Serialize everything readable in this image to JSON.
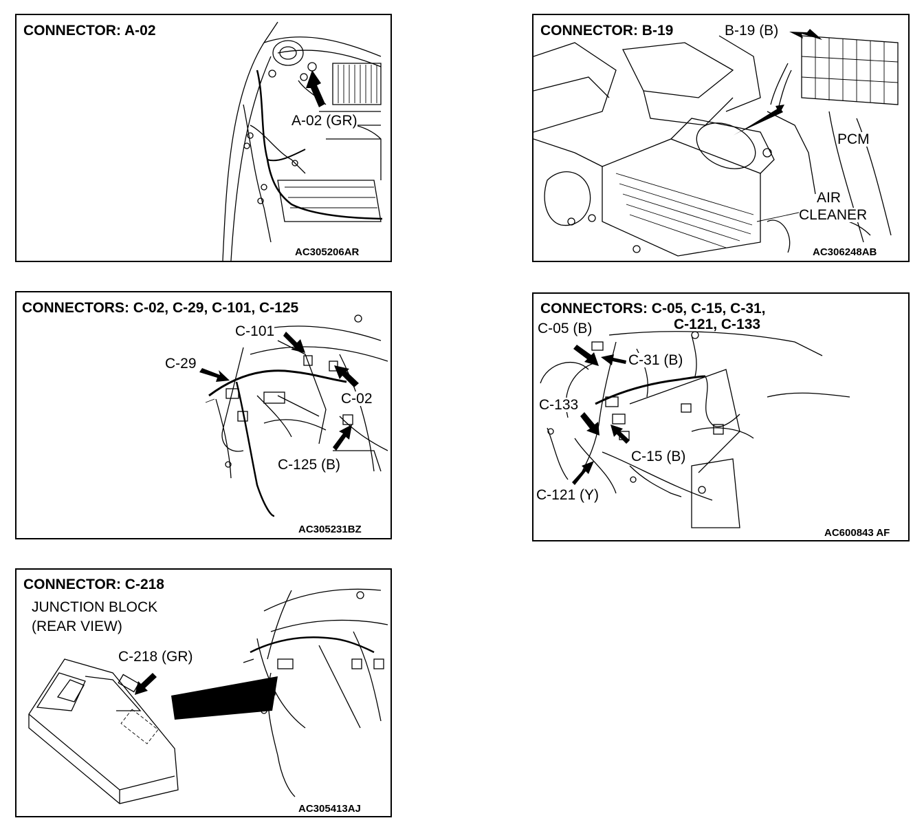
{
  "panels": {
    "a02": {
      "title": "CONNECTOR: A-02",
      "label": "A-02 (GR)",
      "code": "AC305206AR"
    },
    "b19": {
      "title": "CONNECTOR: B-19",
      "label": "B-19 (B)",
      "pcm": "PCM",
      "air1": "AIR",
      "air2": "CLEANER",
      "code": "AC306248AB"
    },
    "c02": {
      "title": "CONNECTORS: C-02, C-29, C-101, C-125",
      "c101": "C-101",
      "c29": "C-29",
      "c02": "C-02",
      "c125": "C-125 (B)",
      "code": "AC305231BZ"
    },
    "c05": {
      "title1": "CONNECTORS: C-05, C-15, C-31,",
      "title2": "C-121, C-133",
      "c05": "C-05 (B)",
      "c31": "C-31 (B)",
      "c133": "C-133",
      "c15": "C-15 (B)",
      "c121": "C-121 (Y)",
      "code": "AC600843 AF"
    },
    "c218": {
      "title": "CONNECTOR: C-218",
      "jb1": "JUNCTION BLOCK",
      "jb2": "(REAR VIEW)",
      "label": "C-218 (GR)",
      "code": "AC305413AJ"
    }
  }
}
